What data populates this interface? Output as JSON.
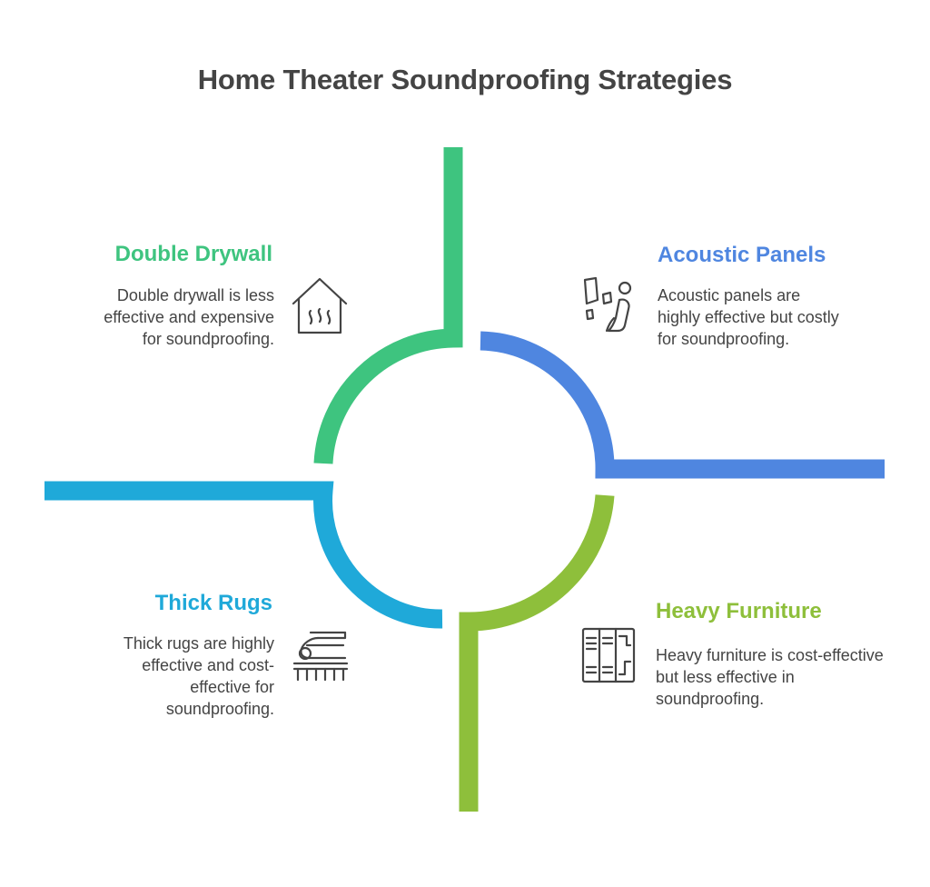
{
  "title": "Home Theater Soundproofing Strategies",
  "colors": {
    "green": "#3EC47F",
    "blue": "#4F86E0",
    "cyan": "#1FA9D9",
    "olive": "#8EBF3B",
    "icon": "#444444"
  },
  "strategies": [
    {
      "name": "Double Drywall",
      "description": "Double drywall is less effective and expensive for soundproofing.",
      "icon": "house-heat-icon",
      "color": "#3EC47F"
    },
    {
      "name": "Acoustic Panels",
      "description": "Acoustic panels are highly effective but costly for soundproofing.",
      "icon": "acoustic-panels-icon",
      "color": "#4F86E0"
    },
    {
      "name": "Thick Rugs",
      "description": "Thick rugs are highly effective and cost-effective for soundproofing.",
      "icon": "rug-cleaner-icon",
      "color": "#1FA9D9"
    },
    {
      "name": "Heavy Furniture",
      "description": "Heavy furniture is cost-effective but less effective in soundproofing.",
      "icon": "cabinet-icon",
      "color": "#8EBF3B"
    }
  ]
}
